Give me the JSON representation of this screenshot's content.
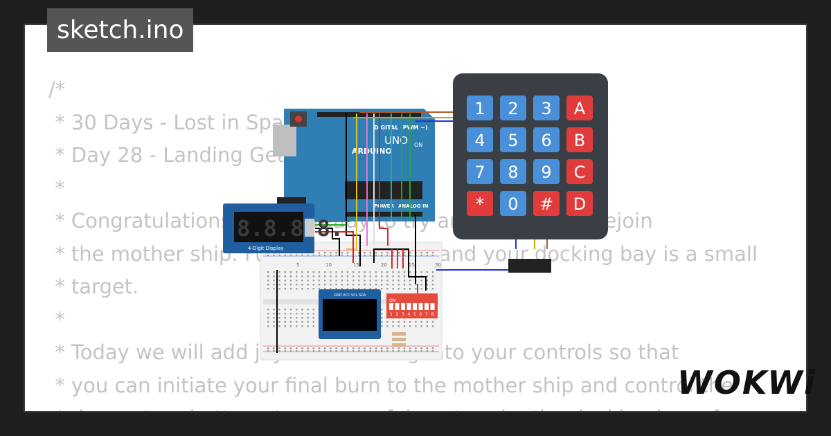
{
  "tab": {
    "filename": "sketch.ino"
  },
  "code": {
    "lines": [
      "/*",
      " * 30 Days - Lost in Space",
      " * Day 28 - Landing Gear",
      " *",
      " * Congratulations, you're ready to try and (hopefully) rejoin",
      " * the mother ship. Fuel is running low and your docking bay is a small",
      " * target.",
      " *",
      " * Today we will add joystick steering into your controls so that",
      " * you can initiate your final burn to the mother ship and control the",
      " * descent and attempt a successful capture by the docking bay of your mother ship."
    ]
  },
  "arduino": {
    "brand": "ARDUINO",
    "model": "UNO",
    "digital_label": "DIGITAL (PWM ~)",
    "power_label": "POWER",
    "analog_label": "ANALOG IN",
    "on_label": "ON"
  },
  "display": {
    "label": "4-Digit Display",
    "digits": "8.8.8.8."
  },
  "keypad": {
    "keys": [
      "1",
      "2",
      "3",
      "A",
      "4",
      "5",
      "6",
      "B",
      "7",
      "8",
      "9",
      "C",
      "*",
      "0",
      "#",
      "D"
    ]
  },
  "oled": {
    "pins": "GND VCC SCL SDA"
  },
  "dip": {
    "on_label": "ON",
    "numbers": [
      "1",
      "2",
      "3",
      "4",
      "5",
      "6",
      "7",
      "8"
    ]
  },
  "breadboard": {
    "col_labels": [
      "5",
      "10",
      "15",
      "20",
      "25",
      "30"
    ]
  },
  "branding": {
    "logo": "WOKWi"
  },
  "colors": {
    "background": "#1e1e1e",
    "code_text": "#c4c4c4",
    "tab_bg": "#555555",
    "arduino_blue": "#2f7fb5",
    "keypad_blue": "#4a90d9",
    "keypad_red": "#e03c3c",
    "dip_red": "#e44b3b"
  }
}
